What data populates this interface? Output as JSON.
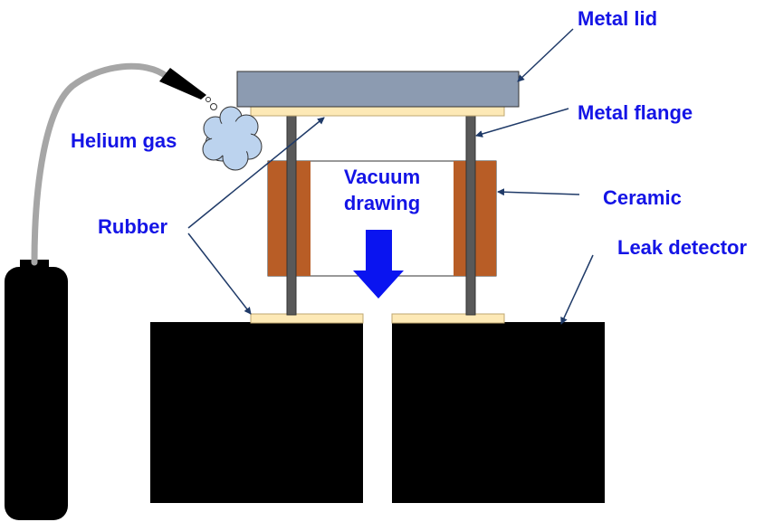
{
  "labels": {
    "metal_lid": "Metal lid",
    "metal_flange": "Metal flange",
    "helium_gas": "Helium gas",
    "ceramic": "Ceramic",
    "rubber": "Rubber",
    "leak_detector": "Leak detector",
    "vacuum_line1": "Vacuum",
    "vacuum_line2": "drawing"
  },
  "colors": {
    "label_text": "#1414e6",
    "arrow_blue": "#0a14f0",
    "lid": "#8c9bb1",
    "rubber": "#fde9b6",
    "ceramic": "#b85d26",
    "rod": "#595959",
    "detector": "#000000",
    "hose": "#a6a6a6",
    "gas_cloud": "#bcd3ee",
    "pointer_line": "#1f3a68"
  }
}
